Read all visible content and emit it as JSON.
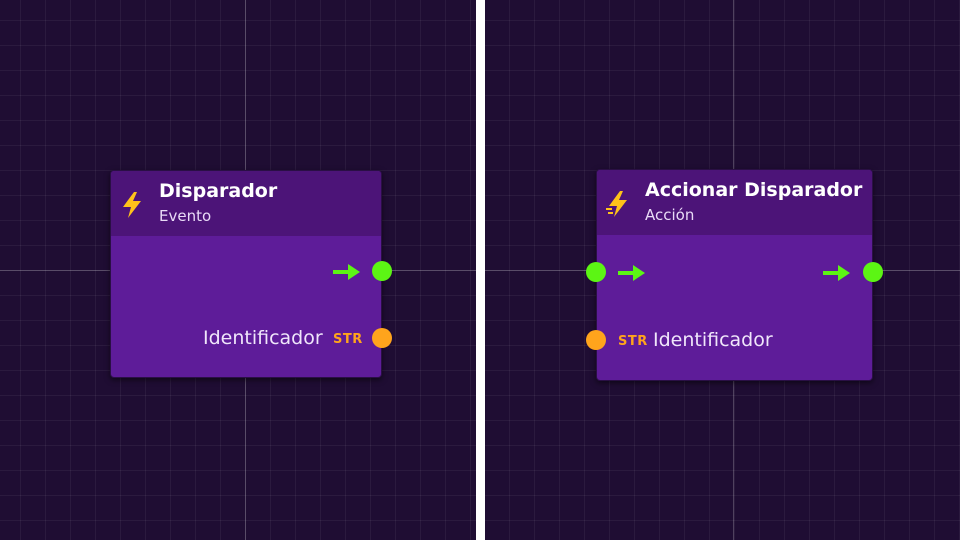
{
  "colors": {
    "canvas_background": "#1f0d33",
    "node_body": "#5e1c99",
    "node_header": "#4c1478",
    "exec_port": "#5cf514",
    "string_port": "#ffa41c"
  },
  "left_node": {
    "icon": "lightning-bolt-icon",
    "title": "Disparador",
    "subtitle": "Evento",
    "exec_output": {
      "icon": "arrow-right-icon"
    },
    "string_output": {
      "label": "Identificador",
      "type": "STR"
    }
  },
  "right_node": {
    "icon": "lightning-bolt-icon",
    "title": "Accionar Disparador",
    "subtitle": "Acción",
    "exec_input": {
      "icon": "arrow-right-icon"
    },
    "exec_output": {
      "icon": "arrow-right-icon"
    },
    "string_input": {
      "label": "Identificador",
      "type": "STR"
    }
  }
}
